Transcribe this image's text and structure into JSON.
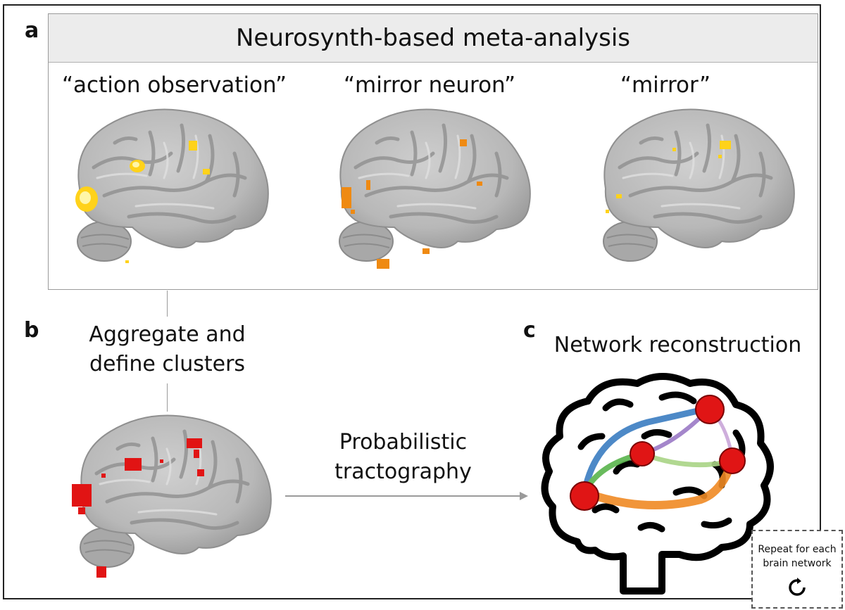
{
  "panel_a": {
    "letter": "a",
    "title": "Neurosynth-based meta-analysis",
    "terms": [
      "“action observation”",
      "“mirror neuron”",
      "“mirror”"
    ]
  },
  "panel_b": {
    "letter": "b",
    "step_label_line1": "Aggregate and",
    "step_label_line2": "define clusters"
  },
  "arrow_label": {
    "line1": "Probabilistic",
    "line2": "tractography"
  },
  "panel_c": {
    "letter": "c",
    "title": "Network reconstruction"
  },
  "repeat_note": {
    "line1": "Repeat for each",
    "line2": "brain network"
  },
  "colors": {
    "activation_yellow": "#ffd21a",
    "activation_orange": "#ef8a12",
    "cluster_red": "#e11414",
    "node_red": "#e01515",
    "tract_blue": "#3a7dc2",
    "tract_purple": "#9b79c6",
    "tract_green": "#59b44c",
    "tract_lightgreen": "#a9d486",
    "tract_orange": "#f08a24"
  }
}
